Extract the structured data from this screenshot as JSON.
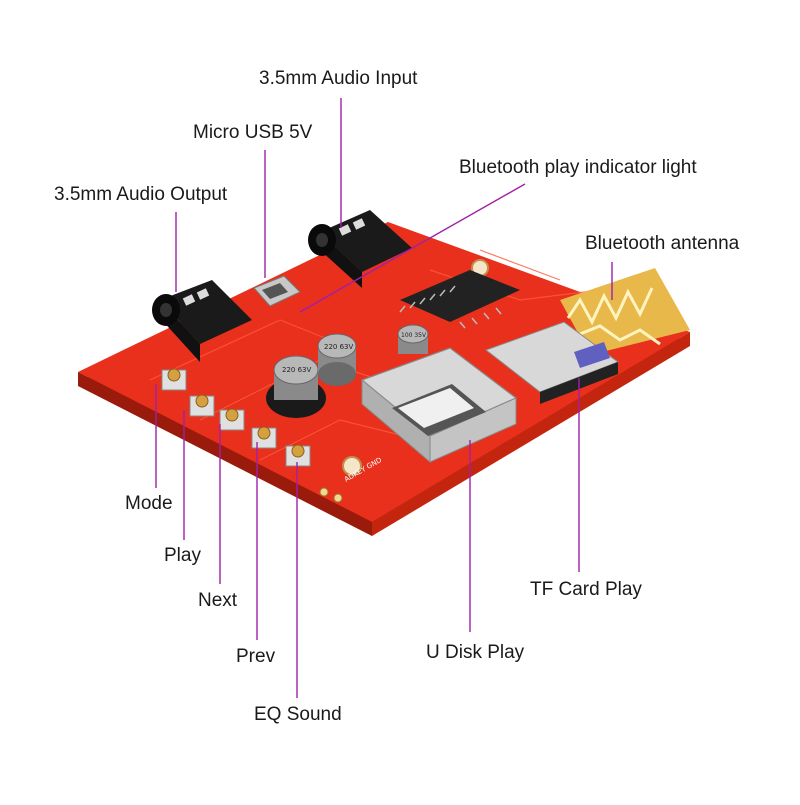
{
  "colors": {
    "connector": "#a020a8",
    "board": "#e8301c",
    "board_edge": "#b3200f",
    "text": "#1a1a1a"
  },
  "callouts": {
    "audio_input": "3.5mm Audio Input",
    "micro_usb": "Micro USB 5V",
    "bt_indicator": "Bluetooth play indicator light",
    "audio_output": "3.5mm Audio Output",
    "bt_antenna": "Bluetooth antenna",
    "mode": "Mode",
    "play": "Play",
    "next": "Next",
    "prev": "Prev",
    "eq": "EQ Sound",
    "udisk": "U Disk Play",
    "tf": "TF Card Play"
  },
  "silkscreen": {
    "cap1": "220 63V",
    "cap2": "220 63V",
    "cap3": "100 35V",
    "pads": "ADKEY GND"
  }
}
